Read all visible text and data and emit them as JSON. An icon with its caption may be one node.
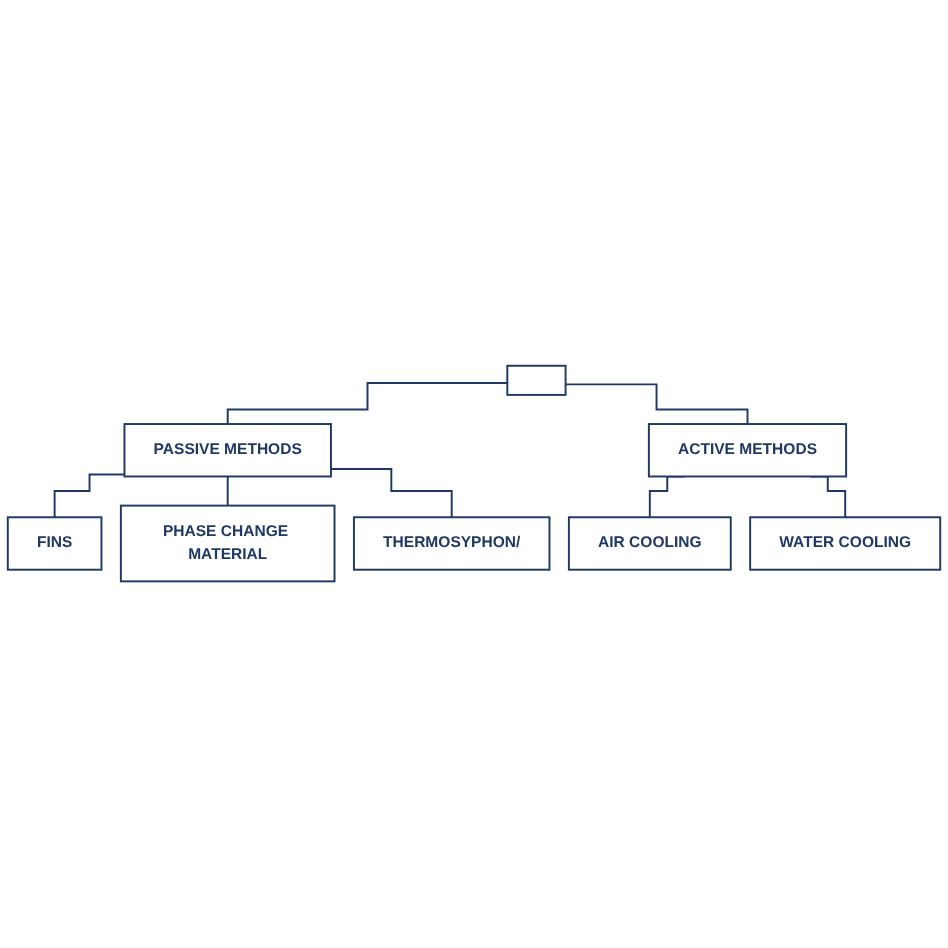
{
  "diagram": {
    "nodes": [
      {
        "text": [],
        "shape": "box"
      },
      {
        "text": [
          "PASSIVE METHODS"
        ]
      },
      {
        "text": [
          "ACTIVE METHODS"
        ]
      },
      {
        "text": [
          "FINS"
        ]
      },
      {
        "text": [
          "PHASE CHANGE MATERIAL"
        ]
      },
      {
        "text": [
          "THERMOSYPHON/"
        ]
      },
      {
        "text": [
          "AIR COOLING"
        ]
      },
      {
        "text": [
          "WATER COOLING"
        ]
      }
    ],
    "edges": [
      {
        "from": 0,
        "to": 1,
        "arrow": "none"
      },
      {
        "from": 0,
        "to": 2,
        "arrow": "none"
      },
      {
        "from": 1,
        "to": 3,
        "arrow": "none"
      },
      {
        "from": 1,
        "to": 4,
        "arrow": "none"
      },
      {
        "from": 1,
        "to": 5,
        "arrow": "none"
      },
      {
        "from": 2,
        "to": 6,
        "arrow": "none"
      },
      {
        "from": 2,
        "to": 7,
        "arrow": "none"
      }
    ]
  }
}
